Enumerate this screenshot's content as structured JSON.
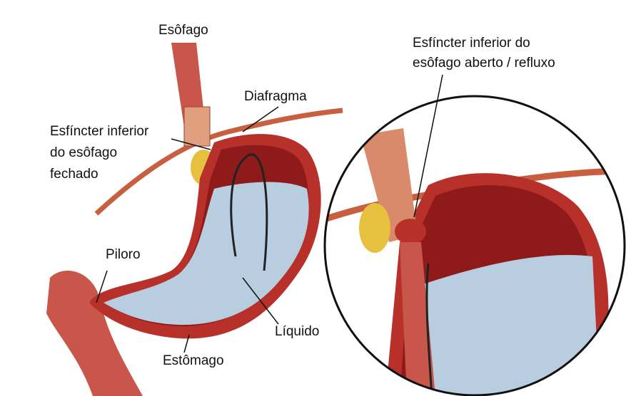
{
  "labels": {
    "esofago": "Esôfago",
    "diafragma": "Diafragma",
    "closed_sphincter": [
      "Esfíncter inferior",
      "do esôfago",
      "fechado"
    ],
    "piloro": "Piloro",
    "liquido": "Líquido",
    "estomago": "Estômago",
    "open_sphincter": [
      "Esfíncter inferior do",
      "esôfago aberto / refluxo"
    ]
  },
  "colors": {
    "tissue": "#b8302a",
    "inner": "#8e1a1a",
    "liquid": "#b8cde0",
    "muscle": "#d98a6a",
    "fat": "#e8c040"
  }
}
